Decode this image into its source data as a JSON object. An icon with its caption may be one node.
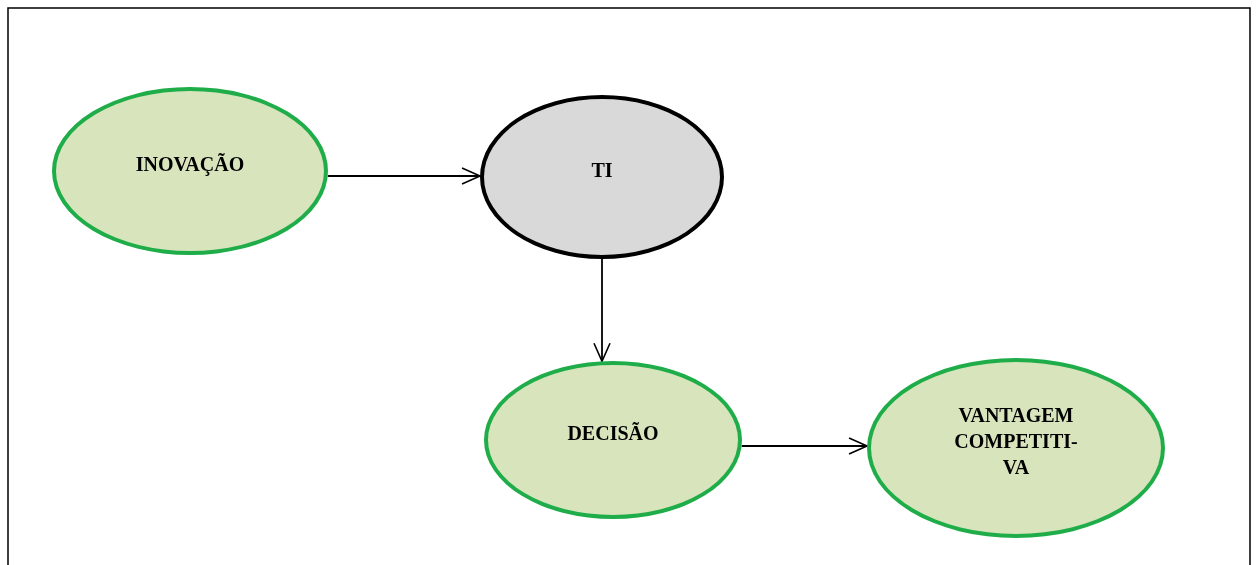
{
  "diagram": {
    "nodes": [
      {
        "text": [
          "INOVAÇÃO"
        ]
      },
      {
        "text": [
          "TI"
        ]
      },
      {
        "text": [
          "DECISÃO"
        ]
      },
      {
        "text": [
          "VANTAGEM COMPETITI- VA"
        ]
      }
    ],
    "edges": [
      {
        "from": 0,
        "to": 1,
        "arrow": "to"
      },
      {
        "from": 1,
        "to": 2,
        "arrow": "to"
      },
      {
        "from": 2,
        "to": 3,
        "arrow": "to"
      }
    ]
  }
}
